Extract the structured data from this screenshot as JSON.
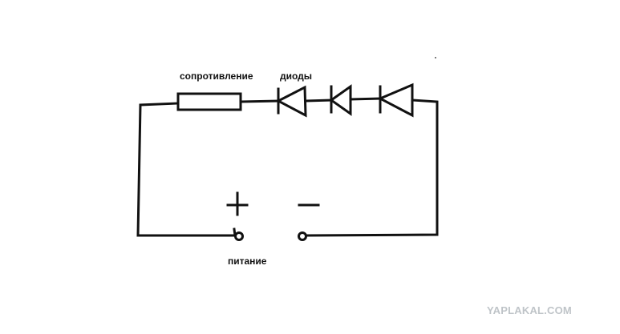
{
  "labels": {
    "resistor": "сопротивление",
    "diodes": "диоды",
    "power": "питание"
  },
  "watermark": "YAPLAKAL.COM",
  "colors": {
    "ink": "#111111",
    "background": "#ffffff",
    "watermark": "#bfc4c8"
  }
}
